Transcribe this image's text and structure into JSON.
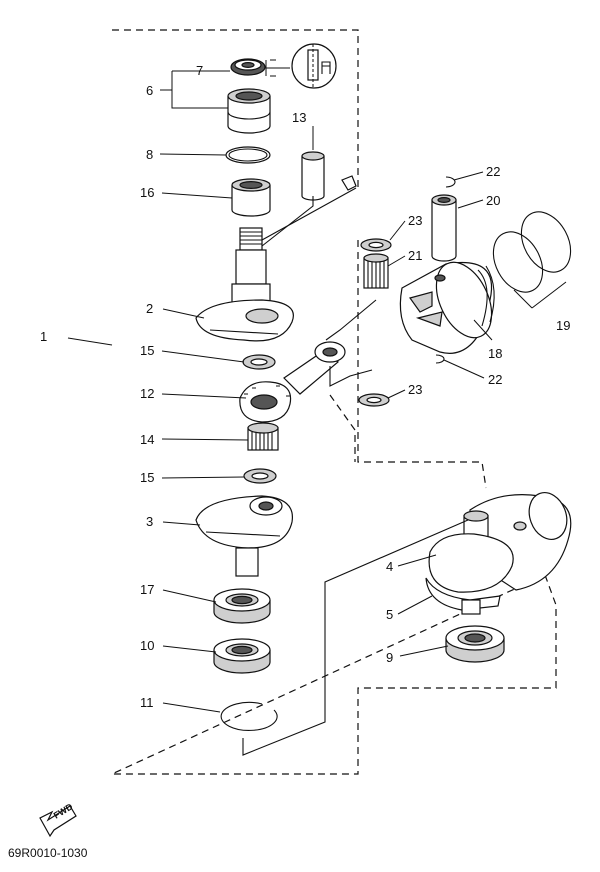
{
  "callouts": {
    "c1": "1",
    "c2": "2",
    "c3": "3",
    "c4": "4",
    "c5": "5",
    "c6": "6",
    "c7": "7",
    "c8": "8",
    "c9": "9",
    "c10": "10",
    "c11": "11",
    "c12": "12",
    "c13": "13",
    "c14": "14",
    "c15a": "15",
    "c15b": "15",
    "c16": "16",
    "c17": "17",
    "c18": "18",
    "c19": "19",
    "c20": "20",
    "c21": "21",
    "c22a": "22",
    "c22b": "22",
    "c23a": "23",
    "c23b": "23"
  },
  "fwd_label": "FWD",
  "diagram_code": "69R0010-1030"
}
